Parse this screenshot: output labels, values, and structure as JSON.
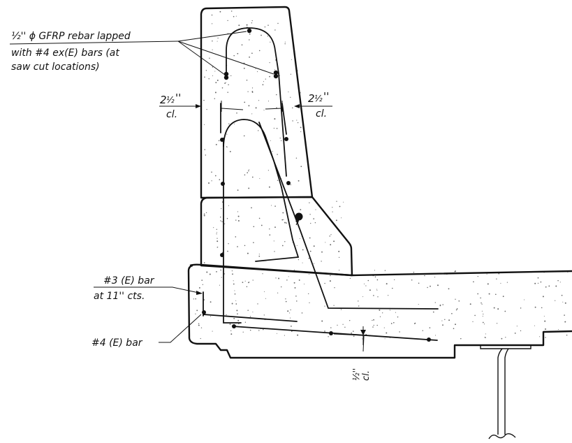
{
  "annotations": {
    "gfrp_note": {
      "line1": "½'' ϕ GFRP rebar lapped",
      "line2": "with #4 ex(E) bars (at",
      "line3": "saw cut locations)"
    },
    "cover_left": {
      "whole": "2",
      "frac": "½",
      "inch": "''",
      "sub": "cl."
    },
    "cover_right": {
      "whole": "2",
      "frac": "½",
      "inch": "''",
      "sub": "cl."
    },
    "bar3_note": {
      "line1": "#3 (E) bar",
      "line2": "at 11'' cts."
    },
    "bar4_note": "#4 (E) bar",
    "cover_bottom": {
      "frac": "½''",
      "sub": "cl."
    }
  },
  "colors": {
    "line": "#111111",
    "background": "#ffffff"
  }
}
